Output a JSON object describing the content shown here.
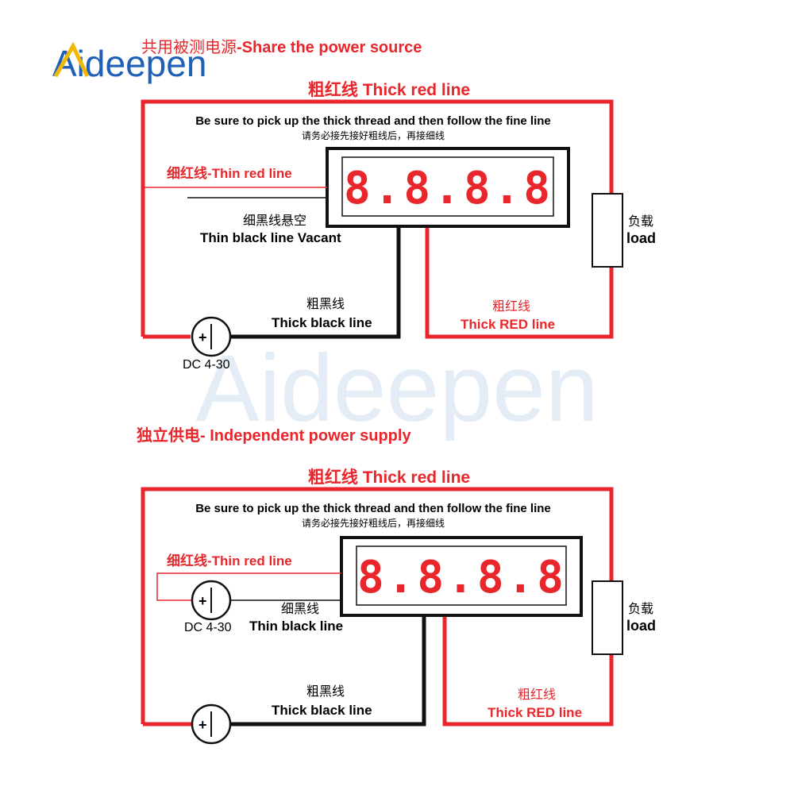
{
  "logo": {
    "text": "Aideepen",
    "watermark": "Aideepen"
  },
  "shared": {
    "title_cn": "共用被测电源",
    "title_en": "-Share the power source",
    "thick_red_top": "粗红线 Thick red line",
    "instruction_en": "Be sure to pick up the thick thread and then follow the fine line",
    "instruction_cn": "请务必接先接好粗线后，再接细线",
    "thin_red": "细红线-Thin red line",
    "thin_black_cn": "细黑线悬空",
    "thin_black_en": "Thin black line Vacant",
    "thick_black_cn": "粗黑线",
    "thick_black_en": "Thick black line",
    "thick_red_cn": "粗红线",
    "thick_red_en": "Thick RED line",
    "load_cn": "负载",
    "load_en": "load",
    "dc": "DC 4-30",
    "display": "8.8.8.8"
  },
  "independent": {
    "title": "独立供电- Independent power supply",
    "thick_red_top": "粗红线 Thick red line",
    "instruction_en": "Be sure to pick up the thick thread and then follow the fine line",
    "instruction_cn": "请务必接先接好粗线后，再接细线",
    "thin_red": "细红线-Thin red line",
    "thin_black_cn": "细黑线",
    "thin_black_en": "Thin black line",
    "thick_black_cn": "粗黑线",
    "thick_black_en": "Thick black line",
    "thick_red_cn": "粗红线",
    "thick_red_en": "Thick RED line",
    "load_cn": "负载",
    "load_en": "load",
    "dc": "DC 4-30",
    "display": "8.8.8.8"
  },
  "colors": {
    "red": "#e8262b",
    "black": "#111111",
    "logo_blue": "#1f5fb8",
    "logo_yellow": "#f2b705"
  }
}
